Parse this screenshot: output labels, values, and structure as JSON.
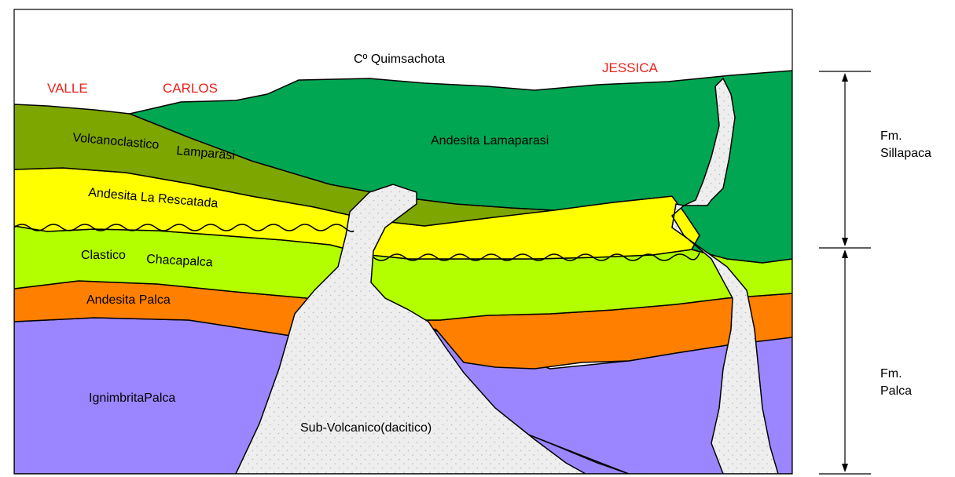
{
  "colors": {
    "andesita_lamaparasi": "#00a651",
    "volcanoclastico": "#7ea600",
    "andesita_rescatada": "#ffff00",
    "clastico": "#b3ff00",
    "andesita_palca": "#ff8000",
    "ignimbrita": "#9b86ff",
    "subvolcanico": "#eeeeee",
    "place_names": "#e8211b"
  },
  "top": {
    "summit": "Cº Quimsachota"
  },
  "places": {
    "valle": "VALLE",
    "carlos": "CARLOS",
    "jessica": "JESSICA"
  },
  "units": {
    "volcanoclastico_a": "Volcanoclastico",
    "volcanoclastico_b": "Lamparasi",
    "andesita_lamaparasi": "Andesita  Lamaparasi",
    "andesita_rescatada": "Andesita  La  Rescatada",
    "clastico_a": "Clastico",
    "clastico_b": "Chacapalca",
    "andesita_palca": "Andesita  Palca",
    "ignimbrita": "IgnimbritaPalca",
    "subvolcanico": "Sub-Volcanico(dacitico)"
  },
  "formations": {
    "sillapaca_1": "Fm.",
    "sillapaca_2": "Sillapaca",
    "palca_1": "Fm.",
    "palca_2": "Palca"
  }
}
